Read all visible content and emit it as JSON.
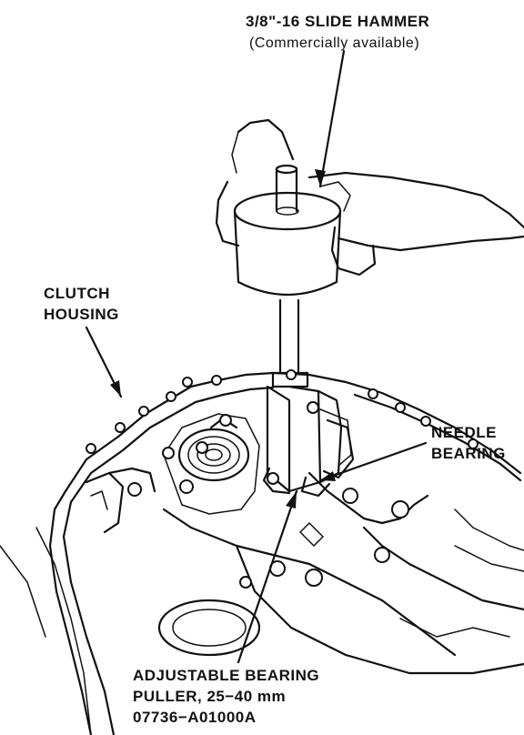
{
  "labels": {
    "slide_hammer_name": "3/8\"-16 SLIDE HAMMER",
    "slide_hammer_note": "(Commercially available)",
    "clutch_housing_line1": "CLUTCH",
    "clutch_housing_line2": "HOUSING",
    "needle_bearing_line1": "NEEDLE",
    "needle_bearing_line2": "BEARING",
    "puller_line1": "ADJUSTABLE BEARING",
    "puller_line2": "PULLER, 25−40 mm",
    "puller_line3": "07736−A01000A"
  }
}
